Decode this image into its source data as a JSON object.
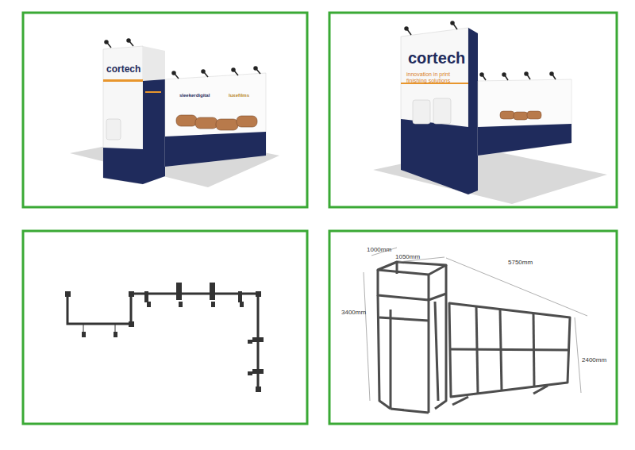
{
  "diagram": {
    "labels": [
      "cortech",
      "sleekerdigital",
      "luxefilms",
      "cortech",
      "innovation in print finishing solutions",
      "1000mm",
      "1050mm",
      "5750mm",
      "3400mm",
      "2400mm"
    ]
  }
}
